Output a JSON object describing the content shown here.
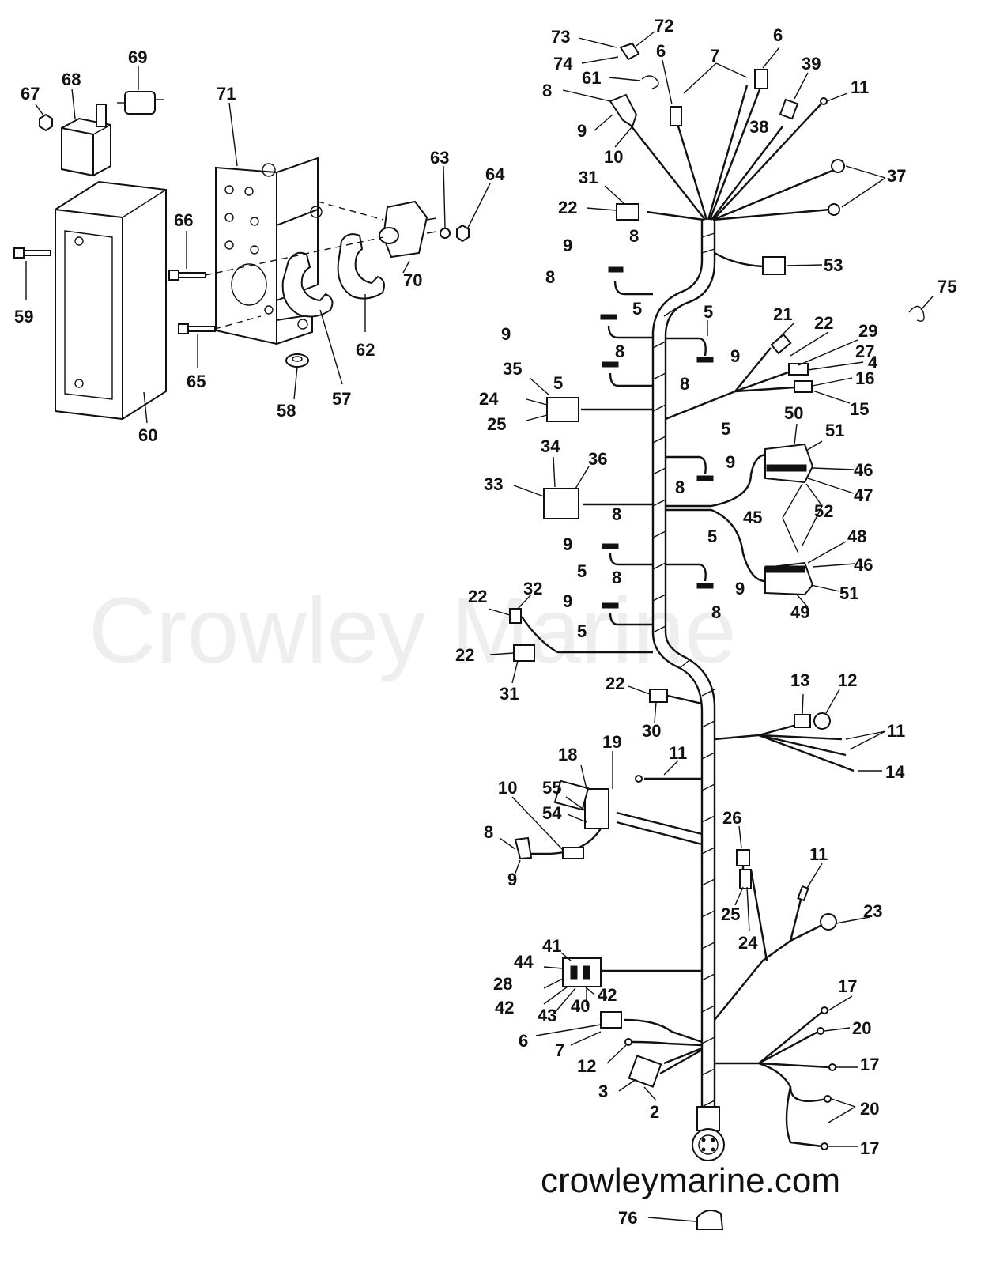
{
  "watermark": {
    "text": "Crowley Marine",
    "color": "#eeeeee"
  },
  "footer": {
    "site": "crowleymarine.com"
  },
  "callouts": {
    "c73": "73",
    "c72": "72",
    "c74": "74",
    "c6a": "6",
    "c6b": "6",
    "c7a": "7",
    "c61": "61",
    "c8a": "8",
    "c9a": "9",
    "c10a": "10",
    "c39": "39",
    "c38": "38",
    "c11a": "11",
    "c37": "37",
    "c31a": "31",
    "c22a": "22",
    "c53": "53",
    "c75": "75",
    "c8b": "8",
    "c9b": "9",
    "c8c": "8",
    "c5a": "5",
    "c5b": "5",
    "c9c": "9",
    "c8d": "8",
    "c9d": "9",
    "c8e": "8",
    "c21": "21",
    "c22b": "22",
    "c29": "29",
    "c27": "27",
    "c4": "4",
    "c16": "16",
    "c15": "15",
    "c35": "35",
    "c5c": "5",
    "c24a": "24",
    "c25a": "25",
    "c50": "50",
    "c51a": "51",
    "c46a": "46",
    "c47": "47",
    "c5d": "5",
    "c9e": "9",
    "c8f": "8",
    "c34": "34",
    "c36": "36",
    "c33": "33",
    "c45": "45",
    "c52": "52",
    "c48": "48",
    "c46b": "46",
    "c8g": "8",
    "c9f": "9",
    "c5e": "5",
    "c5f": "5",
    "c9g": "9",
    "c8h": "8",
    "c51b": "51",
    "c49": "49",
    "c8i": "8",
    "c9h": "9",
    "c5g": "5",
    "c22c": "22",
    "c32": "32",
    "c22d": "22",
    "c31b": "31",
    "c22e": "22",
    "c30": "30",
    "c13": "13",
    "c12a": "12",
    "c11b": "11",
    "c14": "14",
    "c11c": "11",
    "c18": "18",
    "c19": "19",
    "c10b": "10",
    "c55": "55",
    "c54": "54",
    "c8j": "8",
    "c9i": "9",
    "c26": "26",
    "c11d": "11",
    "c25b": "25",
    "c24b": "24",
    "c23": "23",
    "c41": "41",
    "c44": "44",
    "c28": "28",
    "c42a": "42",
    "c42b": "42",
    "c43": "43",
    "c40": "40",
    "c6c": "6",
    "c7b": "7",
    "c12b": "12",
    "c3": "3",
    "c2": "2",
    "c17a": "17",
    "c20a": "20",
    "c17b": "17",
    "c20b": "20",
    "c17c": "17",
    "c76": "76",
    "c69": "69",
    "c67": "67",
    "c68": "68",
    "c71": "71",
    "c63": "63",
    "c64": "64",
    "c66": "66",
    "c59": "59",
    "c70": "70",
    "c62": "62",
    "c65": "65",
    "c57": "57",
    "c58": "58",
    "c60": "60"
  }
}
